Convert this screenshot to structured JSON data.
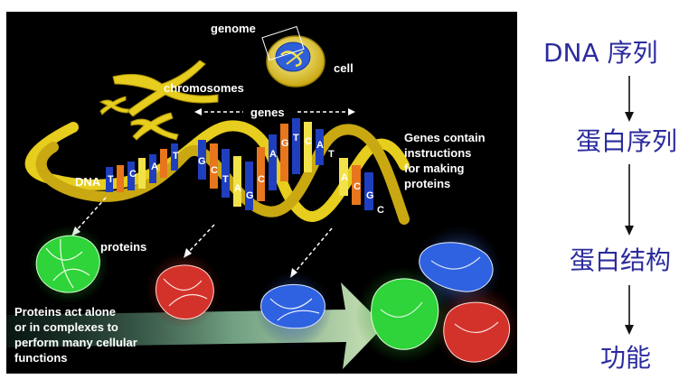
{
  "figure": {
    "labels": {
      "genome": "genome",
      "cell": "cell",
      "chromosomes": "chromosomes",
      "genes": "genes",
      "dna": "DNA",
      "proteins": "proteins",
      "genes_contain": "Genes contain\ninstructions\nfor making\nproteins",
      "proteins_act": "Proteins act alone\nor in complexes to\nperform many cellular\nfunctions"
    },
    "bases": [
      "T",
      "C",
      "A",
      "T",
      "G",
      "C",
      "T",
      "A",
      "G",
      "C",
      "A",
      "G",
      "T",
      "C",
      "A",
      "T",
      "A",
      "C",
      "G",
      "C"
    ],
    "colors": {
      "background": "#000000",
      "ribbon": "#e6cd1e",
      "base_blue": "#1f3fbf",
      "base_orange": "#e8761c",
      "base_yellow": "#f2e24a",
      "protein_green": "#2fd33a",
      "protein_red": "#d3322a",
      "protein_blue": "#2f62e0"
    }
  },
  "flow": {
    "steps": [
      "DNA 序列",
      "蛋白序列",
      "蛋白结构",
      "功能"
    ],
    "arrow_icon": "down-arrow-icon",
    "color": "#2b2b9e"
  }
}
